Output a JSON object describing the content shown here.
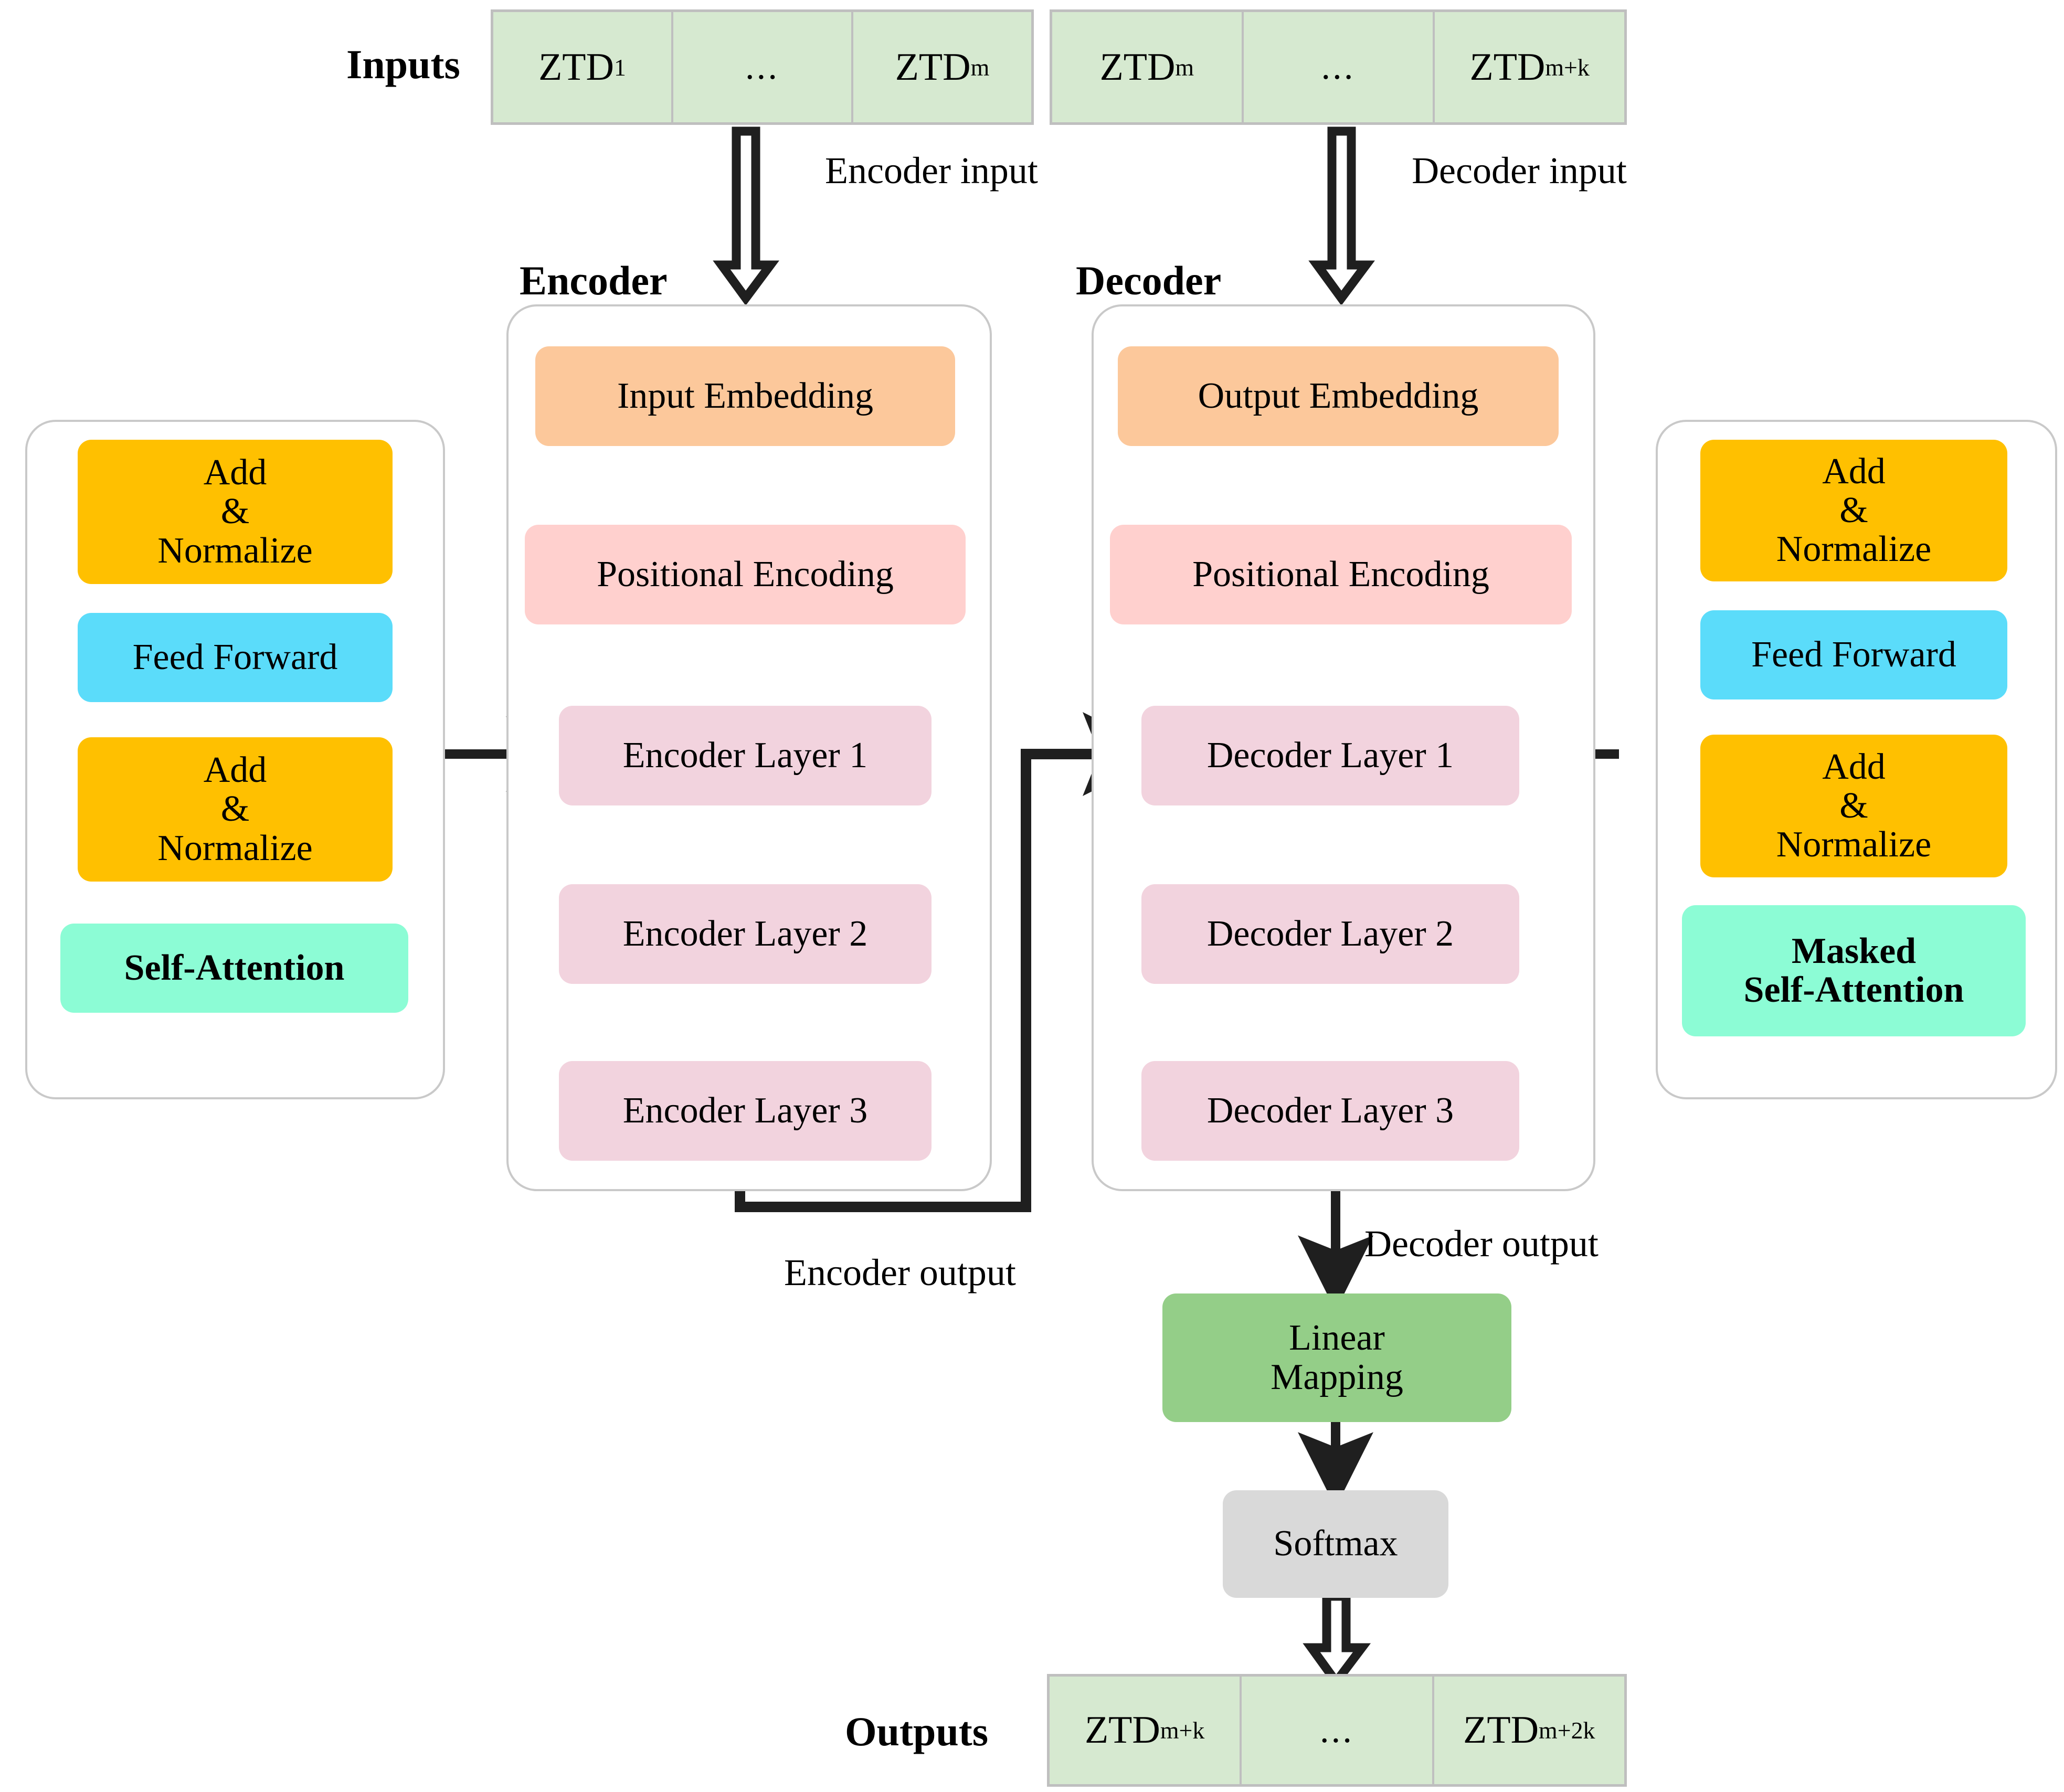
{
  "diagram": {
    "title": "Transformer encoder-decoder architecture for ZTD forecasting",
    "colors": {
      "token_fill": "#d6e9d0",
      "token_border": "#bfbfbf",
      "panel_border": "#c9c9c9",
      "embedding_orange": "#fcc89b",
      "positional_pink": "#ffd0ce",
      "layer_pink": "#f2d3de",
      "addnorm_amber": "#ffc000",
      "feedforward_cyan": "#5bdcfa",
      "attention_mint": "#8cfcd5",
      "linear_green": "#94ce88",
      "softmax_gray": "#d9d9d9",
      "arrow_black": "#1f1f1f"
    }
  },
  "inputs": {
    "label": "Inputs",
    "encoder_tokens": [
      {
        "base": "ZTD",
        "sub": "1"
      },
      {
        "base": "...",
        "sub": ""
      },
      {
        "base": "ZTD",
        "sub": "m"
      }
    ],
    "decoder_tokens": [
      {
        "base": "ZTD",
        "sub": "m"
      },
      {
        "base": "...",
        "sub": ""
      },
      {
        "base": "ZTD",
        "sub": "m+k"
      }
    ]
  },
  "outputs": {
    "label": "Outputs",
    "tokens": [
      {
        "base": "ZTD",
        "sub": "m+k"
      },
      {
        "base": "...",
        "sub": ""
      },
      {
        "base": "ZTD",
        "sub": "m+2k"
      }
    ]
  },
  "annotations": {
    "encoder_input": {
      "line1": "Encoder",
      "line2": "input"
    },
    "decoder_input": {
      "line1": "Decoder",
      "line2": "input"
    },
    "encoder_output": "Encoder output",
    "decoder_output": "Decoder output"
  },
  "encoder": {
    "title": "Encoder",
    "embedding": "Input Embedding",
    "positional": "Positional Encoding",
    "layers": [
      "Encoder Layer 1",
      "Encoder Layer 2",
      "Encoder Layer 3"
    ]
  },
  "decoder": {
    "title": "Decoder",
    "embedding": "Output Embedding",
    "positional": "Positional Encoding",
    "layers": [
      "Decoder Layer 1",
      "Decoder Layer 2",
      "Decoder Layer 3"
    ]
  },
  "encoder_detail": {
    "addnorm_top": {
      "l1": "Add",
      "l2": "&",
      "l3": "Normalize"
    },
    "feed_forward": "Feed Forward",
    "addnorm_bottom": {
      "l1": "Add",
      "l2": "&",
      "l3": "Normalize"
    },
    "attention": "Self-Attention"
  },
  "decoder_detail": {
    "addnorm_top": {
      "l1": "Add",
      "l2": "&",
      "l3": "Normalize"
    },
    "feed_forward": "Feed Forward",
    "addnorm_bottom": {
      "l1": "Add",
      "l2": "&",
      "l3": "Normalize"
    },
    "attention": {
      "l1": "Masked",
      "l2": "Self-Attention"
    }
  },
  "head": {
    "linear": {
      "l1": "Linear",
      "l2": "Mapping"
    },
    "softmax": "Softmax"
  }
}
